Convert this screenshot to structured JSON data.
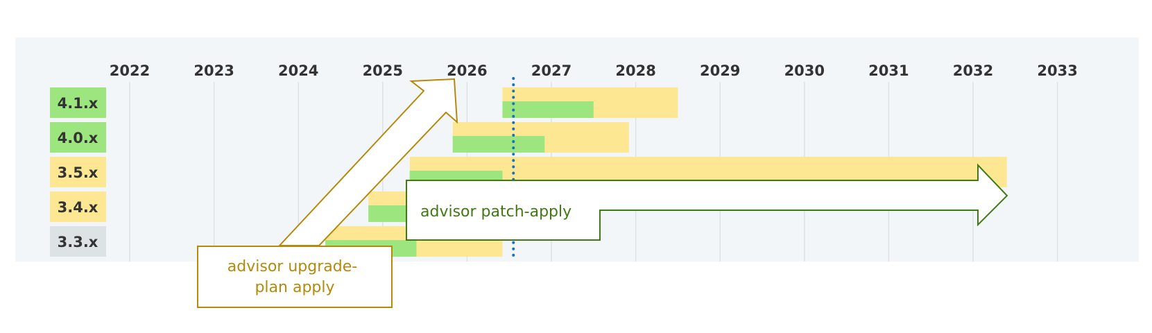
{
  "timeline": {
    "years": [
      "2022",
      "2023",
      "2024",
      "2025",
      "2026",
      "2027",
      "2028",
      "2029",
      "2030",
      "2031",
      "2032",
      "2033"
    ],
    "today": 2026.55
  },
  "releases": [
    {
      "label": "4.1.x",
      "status": "current",
      "support_start": 2026.42,
      "maintenance_end": 2027.5,
      "support_end": 2028.5
    },
    {
      "label": "4.0.x",
      "status": "current",
      "support_start": 2025.83,
      "maintenance_end": 2026.92,
      "support_end": 2027.92
    },
    {
      "label": "3.5.x",
      "status": "supported",
      "support_start": 2025.32,
      "maintenance_end": 2026.42,
      "support_end": 2032.4
    },
    {
      "label": "3.4.x",
      "status": "supported",
      "support_start": 2024.83,
      "maintenance_end": 2025.92,
      "support_end": 2026.92
    },
    {
      "label": "3.3.x",
      "status": "ended",
      "support_start": 2024.32,
      "maintenance_end": 2025.4,
      "support_end": 2026.42
    }
  ],
  "colors": {
    "panel": "#f3f6f9",
    "grid": "#dde2e6",
    "current": "#9de67f",
    "supported": "#fde793",
    "ended": "#dde2e4",
    "today_line": "#1b6fbe",
    "upgrade_stroke": "#b58a0a",
    "upgrade_text": "#b58a0a",
    "patch_stroke": "#3f7a12",
    "patch_text": "#3f7a12"
  },
  "callouts": {
    "upgrade": {
      "line1": "advisor upgrade-",
      "line2": "plan apply"
    },
    "patch": {
      "text": "advisor patch-apply"
    }
  }
}
